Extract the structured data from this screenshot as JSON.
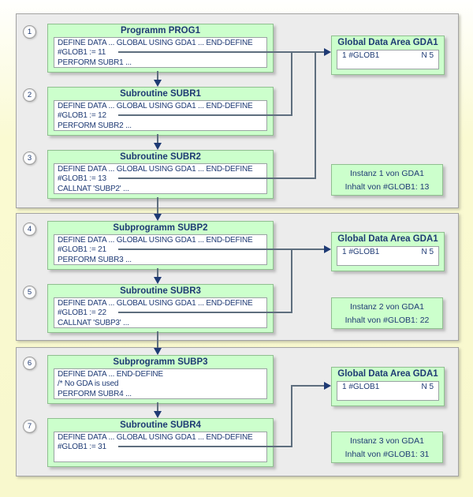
{
  "blocks": [
    {
      "num": "1",
      "title": "Programm PROG1",
      "lines": [
        "DEFINE DATA ... GLOBAL USING GDA1 ... END-DEFINE",
        "#GLOB1 := 11",
        "PERFORM SUBR1 ..."
      ]
    },
    {
      "num": "2",
      "title": "Subroutine SUBR1",
      "lines": [
        "DEFINE DATA ... GLOBAL USING GDA1 ... END-DEFINE",
        "#GLOB1 := 12",
        "PERFORM SUBR2 ..."
      ]
    },
    {
      "num": "3",
      "title": "Subroutine SUBR2",
      "lines": [
        "DEFINE DATA ... GLOBAL USING GDA1 ... END-DEFINE",
        "#GLOB1 := 13",
        "CALLNAT 'SUBP2' ..."
      ]
    },
    {
      "num": "4",
      "title": "Subprogramm SUBP2",
      "lines": [
        "DEFINE DATA ... GLOBAL USING GDA1 ... END-DEFINE",
        "#GLOB1 := 21",
        "PERFORM SUBR3 ..."
      ]
    },
    {
      "num": "5",
      "title": "Subroutine SUBR3",
      "lines": [
        "DEFINE DATA ... GLOBAL USING GDA1 ... END-DEFINE",
        "#GLOB1 := 22",
        "CALLNAT 'SUBP3' ..."
      ]
    },
    {
      "num": "6",
      "title": "Subprogramm SUBP3",
      "lines": [
        "DEFINE DATA ... END-DEFINE",
        "/* No GDA is used",
        "PERFORM SUBR4 ..."
      ]
    },
    {
      "num": "7",
      "title": "Subroutine SUBR4",
      "lines": [
        "DEFINE DATA ... GLOBAL USING GDA1 ... END-DEFINE",
        "#GLOB1 := 31"
      ]
    }
  ],
  "gdas": [
    {
      "title": "Global Data Area GDA1",
      "field": "1 #GLOB1",
      "format": "N 5"
    },
    {
      "title": "Global Data Area GDA1",
      "field": "1 #GLOB1",
      "format": "N 5"
    },
    {
      "title": "Global Data Area GDA1",
      "field": "1 #GLOB1",
      "format": "N 5"
    }
  ],
  "instances": [
    {
      "line1": "Instanz 1 von GDA1",
      "line2": "Inhalt von #GLOB1: 13"
    },
    {
      "line1": "Instanz 2 von GDA1",
      "line2": "Inhalt von #GLOB1: 22"
    },
    {
      "line1": "Instanz 3 von GDA1",
      "line2": "Inhalt von #GLOB1: 31"
    }
  ],
  "palette": {
    "box_fill": "#ccffcc",
    "box_border": "#8fbf8f",
    "text_navy": "#1e3a74",
    "connector_slate": "#5e6e7e",
    "section_fill": "#ececec",
    "section_border": "#a3a3a3",
    "background_yellow": "#fafad2",
    "inner_box_fill": "#ffffff"
  }
}
